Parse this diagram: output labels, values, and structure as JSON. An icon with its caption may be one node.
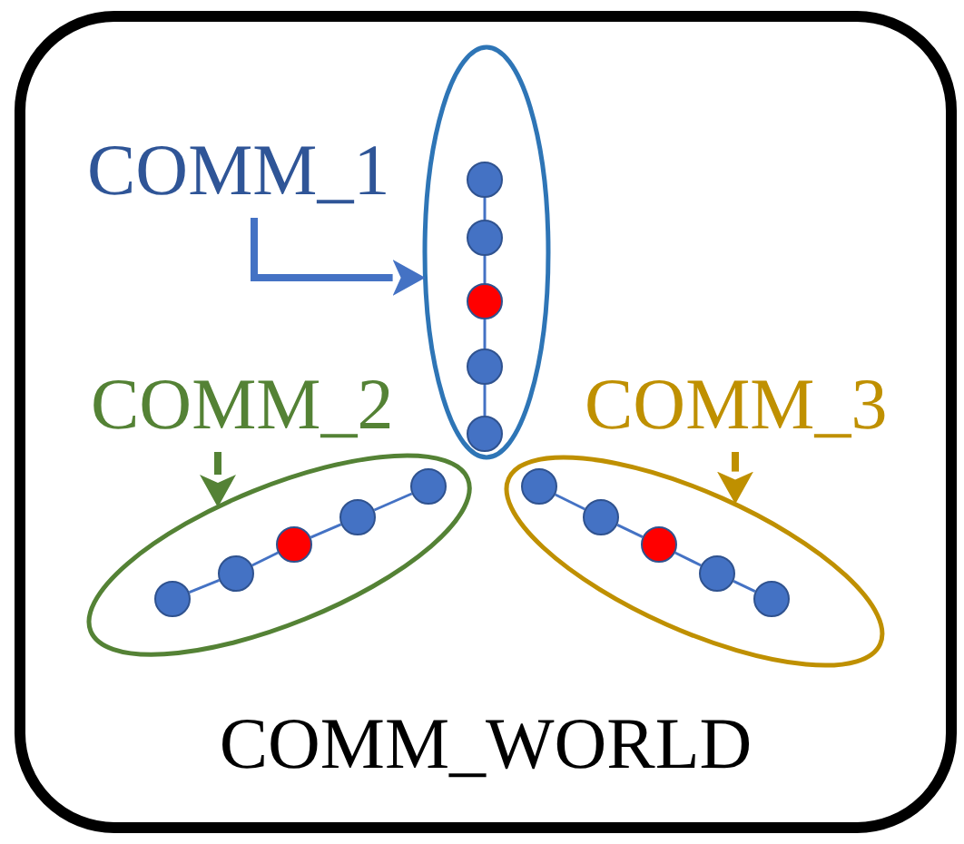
{
  "diagram": {
    "nodes": [
      {
        "text": [
          "COMM_WORLD"
        ]
      },
      {
        "text": [
          "COMM_1"
        ],
        "in": 0
      },
      {
        "text": [],
        "shape": "ellipse",
        "in": 0
      },
      {
        "text": [],
        "shape": "circle",
        "in": 2
      },
      {
        "text": [],
        "shape": "circle",
        "in": 2
      },
      {
        "text": [],
        "shape": "circle",
        "in": 2
      },
      {
        "text": [],
        "shape": "circle",
        "in": 2
      },
      {
        "text": [],
        "shape": "circle",
        "in": 2
      },
      {
        "text": [
          "COMM_2"
        ],
        "in": 0
      },
      {
        "text": [
          "COMM_3"
        ],
        "in": 0
      },
      {
        "text": [],
        "shape": "ellipse",
        "in": 0
      },
      {
        "text": [],
        "shape": "circle",
        "in": 10
      },
      {
        "text": [],
        "shape": "circle",
        "in": 10
      },
      {
        "text": [],
        "shape": "circle",
        "in": 10
      },
      {
        "text": [],
        "shape": "circle",
        "in": 10
      },
      {
        "text": [],
        "shape": "circle",
        "in": 10
      },
      {
        "text": [],
        "shape": "ellipse",
        "in": 0
      },
      {
        "text": [],
        "shape": "circle",
        "in": 16
      },
      {
        "text": [],
        "shape": "circle",
        "in": 16
      },
      {
        "text": [],
        "shape": "circle",
        "in": 16
      },
      {
        "text": [],
        "shape": "circle",
        "in": 16
      },
      {
        "text": [],
        "shape": "circle",
        "in": 16
      }
    ],
    "edges": [
      {
        "from": 3,
        "to": 4,
        "arrow": "none"
      },
      {
        "from": 4,
        "to": 5,
        "arrow": "none"
      },
      {
        "from": 5,
        "to": 6,
        "arrow": "none"
      },
      {
        "from": 6,
        "to": 7,
        "arrow": "none"
      },
      {
        "from": 11,
        "to": 12,
        "arrow": "none"
      },
      {
        "from": 12,
        "to": 13,
        "arrow": "none"
      },
      {
        "from": 13,
        "to": 14,
        "arrow": "none"
      },
      {
        "from": 14,
        "to": 15,
        "arrow": "none"
      },
      {
        "from": 17,
        "to": 18,
        "arrow": "none"
      },
      {
        "from": 18,
        "to": 19,
        "arrow": "none"
      },
      {
        "from": 19,
        "to": 20,
        "arrow": "none"
      },
      {
        "from": 20,
        "to": 21,
        "arrow": "none"
      },
      {
        "from": 1,
        "to": 2,
        "arrow": "to",
        "style": "thick"
      },
      {
        "from": 8,
        "to": 10,
        "arrow": "to",
        "style": "thick",
        "color": "#548235"
      },
      {
        "from": 9,
        "to": 16,
        "arrow": "to",
        "style": "thick",
        "color": "#bf9000"
      }
    ]
  }
}
